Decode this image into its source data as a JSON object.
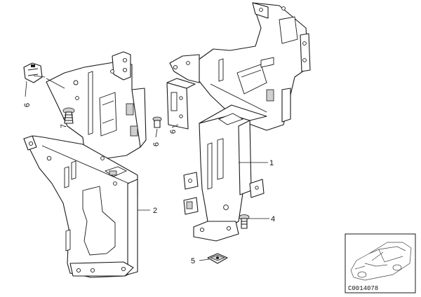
{
  "diagram": {
    "callouts": {
      "c1": "1",
      "c2": "2",
      "c4": "4",
      "c5": "5",
      "c6a": "6",
      "c6b": "6",
      "c6c": "6",
      "c7": "7"
    },
    "catalog_number": "C0014078"
  }
}
